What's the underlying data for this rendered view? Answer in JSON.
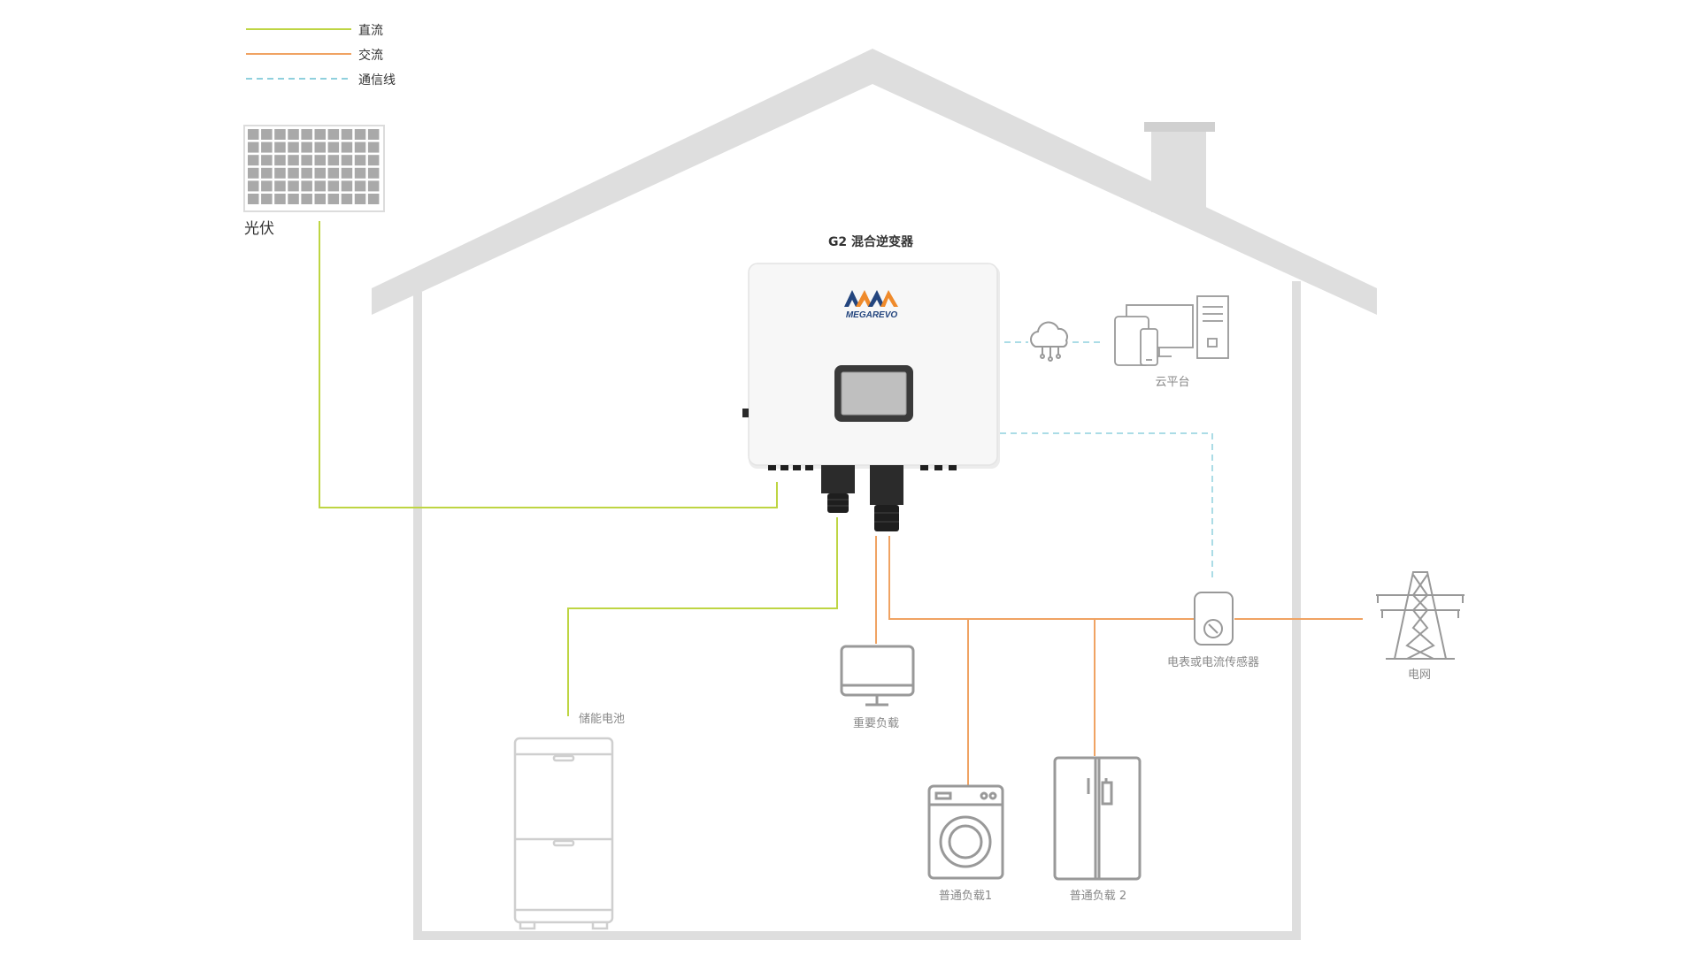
{
  "legend": [
    {
      "label": "直流",
      "kind": "dc"
    },
    {
      "label": "交流",
      "kind": "ac"
    },
    {
      "label": "通信线",
      "kind": "comm"
    }
  ],
  "colors": {
    "dc": "#bed543",
    "ac": "#f0a363",
    "comm": "#8fd0dd",
    "house": "#dedede",
    "device_stroke": "#8c8c8c",
    "logo_blue": "#23457e",
    "logo_orange": "#ef8a2b"
  },
  "inverter": {
    "title": "G2 混合逆变器",
    "brand": "MEGAREVO"
  },
  "labels": {
    "pv": "光伏",
    "cloud": "云平台",
    "meter": "电表或电流传感器",
    "grid": "电网",
    "battery": "储能电池",
    "critical_load": "重要负载",
    "load1": "普通负载1",
    "load2": "普通负载 2"
  }
}
